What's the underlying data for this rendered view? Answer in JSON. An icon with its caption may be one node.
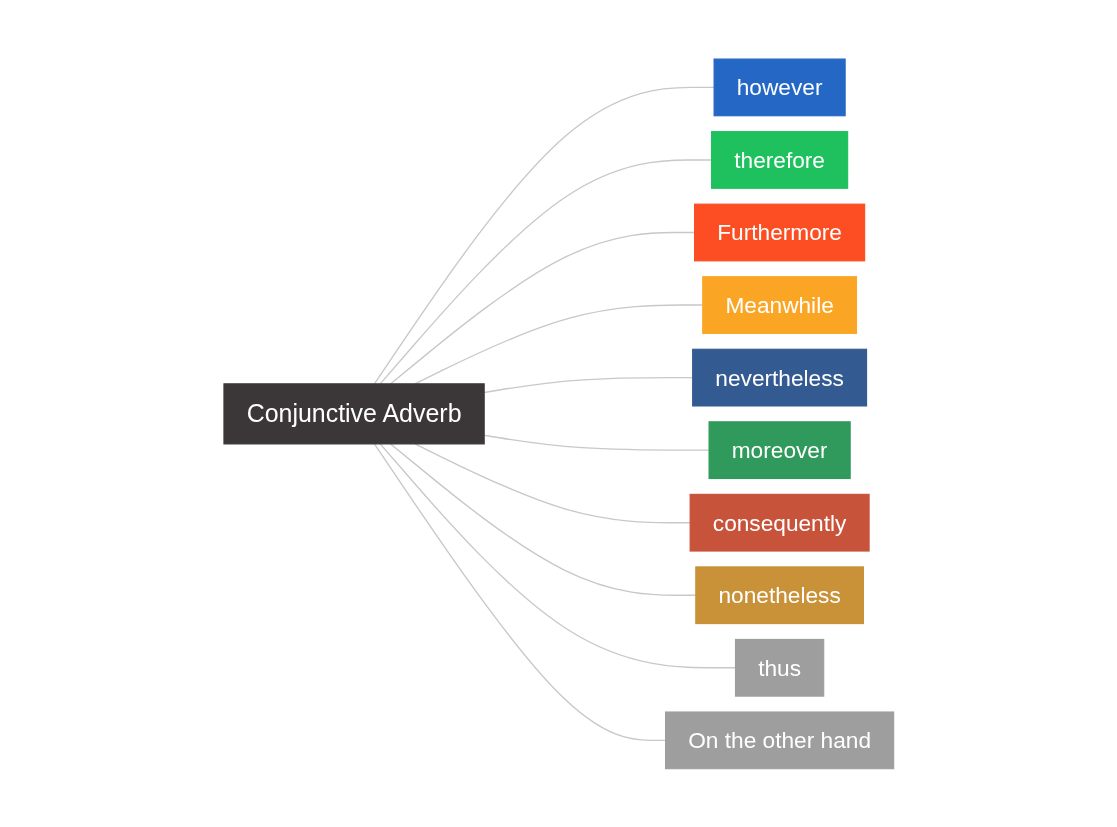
{
  "diagram": {
    "nodes": [
      {
        "text": [
          "Conjunctive Adverb"
        ]
      },
      {
        "text": [
          "however"
        ]
      },
      {
        "text": [
          "therefore"
        ]
      },
      {
        "text": [
          "Furthermore"
        ]
      },
      {
        "text": [
          "Meanwhile"
        ]
      },
      {
        "text": [
          "nevertheless"
        ]
      },
      {
        "text": [
          "moreover"
        ]
      },
      {
        "text": [
          "consequently"
        ]
      },
      {
        "text": [
          "nonetheless"
        ]
      },
      {
        "text": [
          "thus"
        ]
      },
      {
        "text": [
          "On the other hand"
        ]
      }
    ],
    "edges": [
      {
        "from": 0,
        "to": 1,
        "arrow": "none"
      },
      {
        "from": 0,
        "to": 2,
        "arrow": "none"
      },
      {
        "from": 0,
        "to": 3,
        "arrow": "none"
      },
      {
        "from": 0,
        "to": 4,
        "arrow": "none"
      },
      {
        "from": 0,
        "to": 5,
        "arrow": "none"
      },
      {
        "from": 0,
        "to": 6,
        "arrow": "none"
      },
      {
        "from": 0,
        "to": 7,
        "arrow": "none"
      },
      {
        "from": 0,
        "to": 8,
        "arrow": "none"
      },
      {
        "from": 0,
        "to": 9,
        "arrow": "none"
      },
      {
        "from": 0,
        "to": 10,
        "arrow": "none"
      }
    ]
  }
}
